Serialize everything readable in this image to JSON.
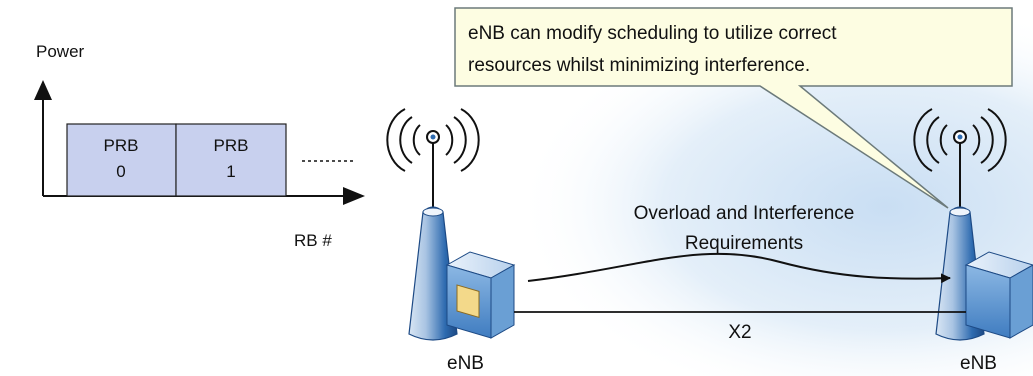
{
  "callout": {
    "line1": "eNB can modify scheduling to utilize correct",
    "line2": "resources whilst minimizing interference."
  },
  "rb_chart": {
    "y_axis_label": "Power",
    "x_axis_label": "RB #",
    "blocks": [
      {
        "label_top": "PRB",
        "label_bottom": "0"
      },
      {
        "label_top": "PRB",
        "label_bottom": "1"
      }
    ]
  },
  "network": {
    "left_node_label": "eNB",
    "right_node_label": "eNB",
    "message_line1": "Overload and Interference",
    "message_line2": "Requirements",
    "link_label": "X2"
  },
  "colors": {
    "callout_fill": "#fdfde2",
    "prb_fill": "#c8d0ee",
    "background_glow": "#d6e7f7",
    "tower_fill": "#2e6bb0",
    "server_fill": "#6a9fd4"
  }
}
